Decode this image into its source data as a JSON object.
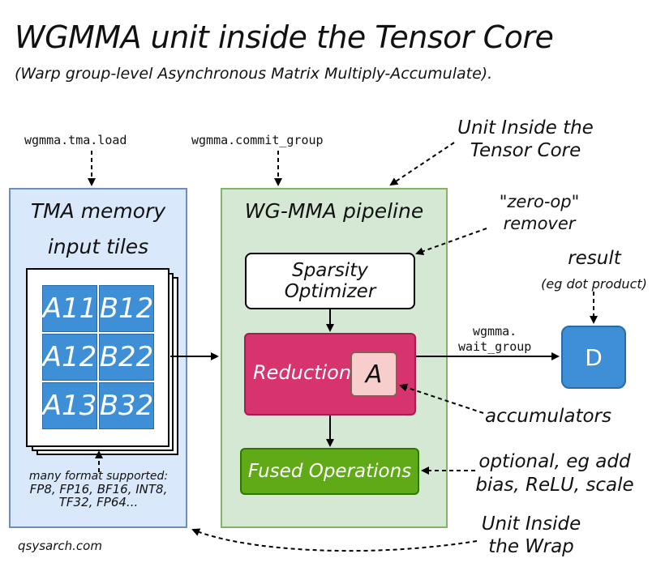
{
  "header": {
    "title": "WGMMA unit inside the Tensor Core",
    "subtitle": "(Warp group-level Asynchronous Matrix Multiply-Accumulate)."
  },
  "commands": {
    "tma_load": "wgmma.tma.load",
    "commit_group": "wgmma.commit_group",
    "wait_group_line1": "wgmma.",
    "wait_group_line2": "wait_group"
  },
  "annotations": {
    "unit_tensor_core": [
      "Unit Inside the",
      "Tensor Core"
    ],
    "zero_op": [
      "\"zero-op\"",
      "remover"
    ],
    "result": "result",
    "result_note": "(eg dot product)",
    "accumulators": "accumulators",
    "optional": [
      "optional, eg add",
      "bias, ReLU, scale"
    ],
    "unit_warp": [
      "Unit Inside",
      "the Wrap"
    ]
  },
  "tma_panel": {
    "title_line1": "TMA memory",
    "title_line2": "input tiles",
    "tiles": [
      [
        "A11",
        "B12"
      ],
      [
        "A12",
        "B22"
      ],
      [
        "A13",
        "B32"
      ]
    ],
    "formats": [
      "many format supported:",
      "FP8, FP16, BF16, INT8,",
      "TF32, FP64..."
    ]
  },
  "wg_panel": {
    "title": "WG-MMA pipeline",
    "sparsity": [
      "Sparsity",
      "Optimizer"
    ],
    "reduction": "Reduction",
    "accumulator": "A",
    "fused": "Fused Operations"
  },
  "output": {
    "d": "D"
  },
  "footer": {
    "site": "qsysarch.com"
  },
  "colors": {
    "tma_fill": "#dae8fc",
    "tma_border": "#6c8ebf",
    "wg_fill": "#d5e8d4",
    "wg_border": "#82b366",
    "tile": "#3f8fd6",
    "reduction": "#d6336f",
    "accumulator": "#f8cecc",
    "fused": "#60a917",
    "d": "#3f8fd6"
  }
}
